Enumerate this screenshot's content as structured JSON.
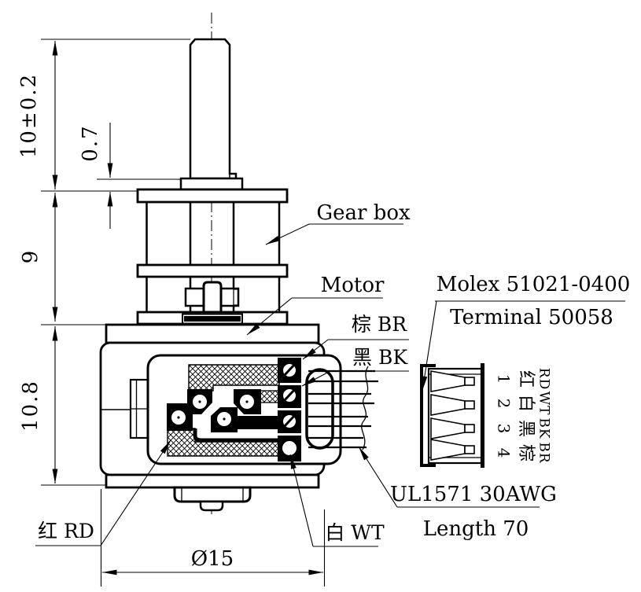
{
  "dimensions": {
    "shaft_height": "10±0.2",
    "shaft_step": "0.7",
    "gearbox_height": "9",
    "motor_height": "10.8",
    "body_diameter": "Ø15"
  },
  "part_labels": {
    "gearbox": "Gear box",
    "motor": "Motor",
    "connector_model": "Molex 51021-0400",
    "connector_terminal": "Terminal 50058",
    "wire_spec": "UL1571 30AWG",
    "wire_length": "Length 70"
  },
  "wire_labels": {
    "red": "红 RD",
    "white": "白 WT",
    "brown": "棕 BR",
    "black": "黑 BK"
  },
  "connector_pins": [
    {
      "number": "1",
      "color_cn": "红",
      "color_code": "RD"
    },
    {
      "number": "2",
      "color_cn": "白",
      "color_code": "WT"
    },
    {
      "number": "3",
      "color_cn": "黑",
      "color_code": "BK"
    },
    {
      "number": "4",
      "color_cn": "棕",
      "color_code": "BR"
    }
  ],
  "colors": {
    "ink": "#000000",
    "paper": "#ffffff"
  }
}
